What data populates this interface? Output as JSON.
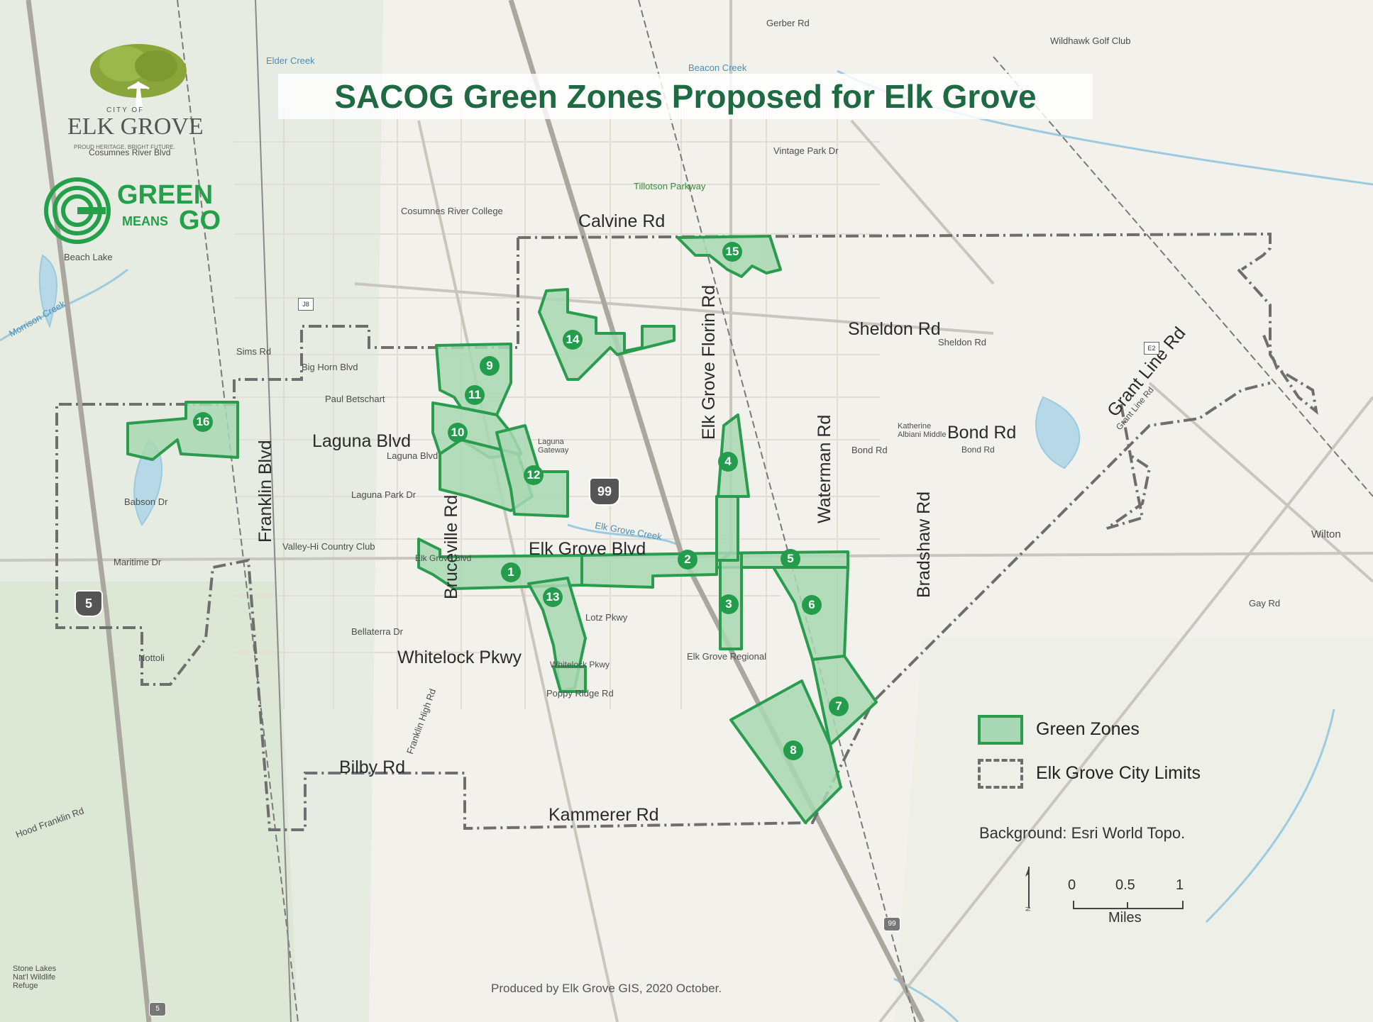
{
  "title": "SACOG Green Zones Proposed for Elk Grove",
  "logos": {
    "city": {
      "small": "CITY OF",
      "name": "ELK GROVE",
      "tagline": "PROUD HERITAGE, BRIGHT FUTURE."
    },
    "green_means_go": {
      "line1": "GREEN",
      "line2a": "MEANS",
      "line2b": "GO"
    }
  },
  "major_roads": [
    "Calvine Rd",
    "Sheldon Rd",
    "Laguna Blvd",
    "Bond Rd",
    "Elk Grove Blvd",
    "Whitelock Pkwy",
    "Bilby Rd",
    "Kammerer Rd",
    "Franklin Blvd",
    "Bruceville Rd",
    "Elk Grove Florin Rd",
    "Waterman Rd",
    "Bradshaw Rd",
    "Grant Line Rd"
  ],
  "minor_labels": [
    "Beach Lake",
    "Elder Creek",
    "Beacon Creek",
    "Gerber Rd",
    "Wildhawk Golf Club",
    "Sims Rd",
    "Big Horn Blvd",
    "Paul Betschart",
    "Cosumnes River College",
    "Tillotson Parkway",
    "Vintage Park Dr",
    "Sheldon Rd",
    "Bond Rd",
    "Laguna Park Dr",
    "Babson Dr",
    "Maritime Dr",
    "Valley-Hi Country Club",
    "Lotz Pkwy",
    "Bellaterra Dr",
    "Poppy Ridge Rd",
    "Elk Grove Regional",
    "Wilton",
    "Gay Rd",
    "Hood Franklin Rd",
    "Stone Lakes Nat'l Wildlife Refuge",
    "Nottoli",
    "Franklin High Rd",
    "Katherine Albiani Middle",
    "Morrison Creek",
    "Elk Grove Creek",
    "Laguna Blvd",
    "Laguna Gateway",
    "Cosumnes River Blvd",
    "Elk Grove Blvd",
    "Whitelock Pkwy",
    "Bond Rd",
    "Grant Line Rd"
  ],
  "zones": [
    "1",
    "2",
    "3",
    "4",
    "5",
    "6",
    "7",
    "8",
    "9",
    "10",
    "11",
    "12",
    "13",
    "14",
    "15",
    "16"
  ],
  "highways": [
    "99",
    "5",
    "99",
    "5",
    "J8",
    "E2"
  ],
  "legend": {
    "green_zones": "Green Zones",
    "city_limits": "Elk Grove City Limits"
  },
  "background_note": "Background: Esri World Topo.",
  "scale": {
    "ticks": [
      "0",
      "0.5",
      "1"
    ],
    "unit": "Miles"
  },
  "credit": "Produced by Elk Grove GIS, 2020 October.",
  "colors": {
    "zone_fill": "#a8d8b3",
    "zone_stroke": "#2a9c4e",
    "zone_badge": "#239d4b",
    "title_green": "#1d6a43",
    "water": "#b7d8e6"
  },
  "icons": [
    "north-arrow-icon",
    "highway-shield-icon",
    "oak-tree-logo-icon",
    "green-means-go-logo-icon"
  ]
}
